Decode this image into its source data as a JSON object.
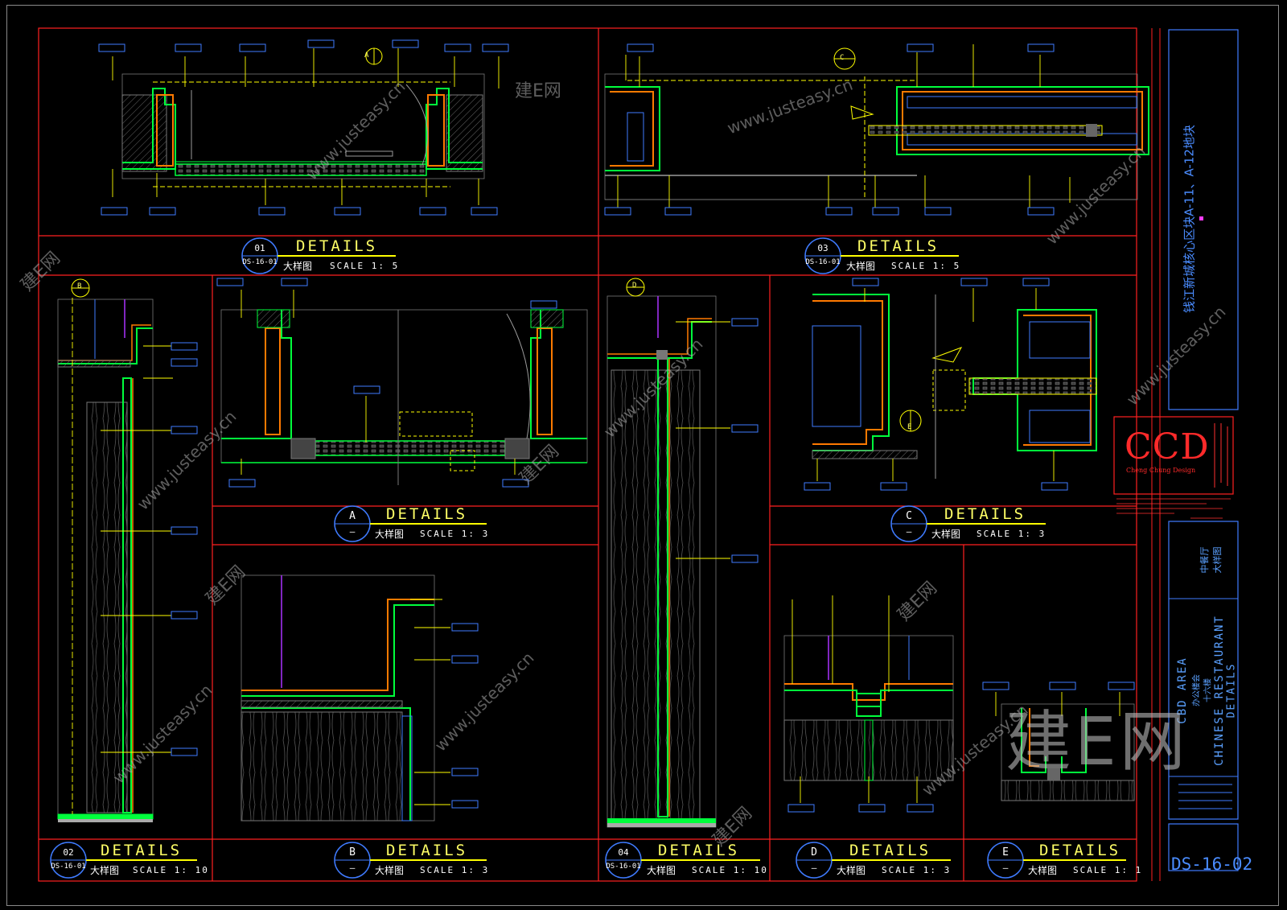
{
  "sheet": {
    "number": "DS-16-02",
    "project_vertical": "钱江新城核心区块A-11、A-12地块",
    "area_line": "CBD AREA",
    "restaurant_line": "CHINESE RESTAURANT",
    "details_line": "DETAILS",
    "cn_area": "办公楼会",
    "cn_floor": "十六楼",
    "cn_restaurant": "中餐厅",
    "cn_details": "大样图",
    "firm_logo": "CCD",
    "firm_name": "Cheng Chung Design",
    "watermark_brand": "建E网",
    "watermark_url": "www.justeasy.cn"
  },
  "details": [
    {
      "id": "01",
      "sheet_ref": "DS-16-01",
      "word": "DETAILS",
      "cn": "大样图",
      "scale": "SCALE 1: 5"
    },
    {
      "id": "03",
      "sheet_ref": "DS-16-01",
      "word": "DETAILS",
      "cn": "大样图",
      "scale": "SCALE 1: 5"
    },
    {
      "id": "A",
      "sheet_ref": "—",
      "word": "DETAILS",
      "cn": "大样图",
      "scale": "SCALE 1: 3"
    },
    {
      "id": "C",
      "sheet_ref": "—",
      "word": "DETAILS",
      "cn": "大样图",
      "scale": "SCALE 1: 3"
    },
    {
      "id": "02",
      "sheet_ref": "DS-16-01",
      "word": "DETAILS",
      "cn": "大样图",
      "scale": "SCALE 1: 10"
    },
    {
      "id": "B",
      "sheet_ref": "—",
      "word": "DETAILS",
      "cn": "大样图",
      "scale": "SCALE 1: 3"
    },
    {
      "id": "04",
      "sheet_ref": "DS-16-01",
      "word": "DETAILS",
      "cn": "大样图",
      "scale": "SCALE 1: 10"
    },
    {
      "id": "D",
      "sheet_ref": "—",
      "word": "DETAILS",
      "cn": "大样图",
      "scale": "SCALE 1: 3"
    },
    {
      "id": "E",
      "sheet_ref": "—",
      "word": "DETAILS",
      "cn": "大样图",
      "scale": "SCALE 1: 1"
    }
  ],
  "callout_markers": {
    "d01": "01",
    "d03": "03",
    "d02": "02",
    "d04": "04",
    "dA": "A",
    "dC": "C",
    "dD": "D",
    "dE": "E"
  },
  "colors": {
    "frame": "#ff2020",
    "wall": "#00ff3c",
    "finish": "#ff7a00",
    "dim": "#ffff00",
    "tag_border": "#3f7bff",
    "note": "#ffffff",
    "glass": "#aa33ff"
  }
}
